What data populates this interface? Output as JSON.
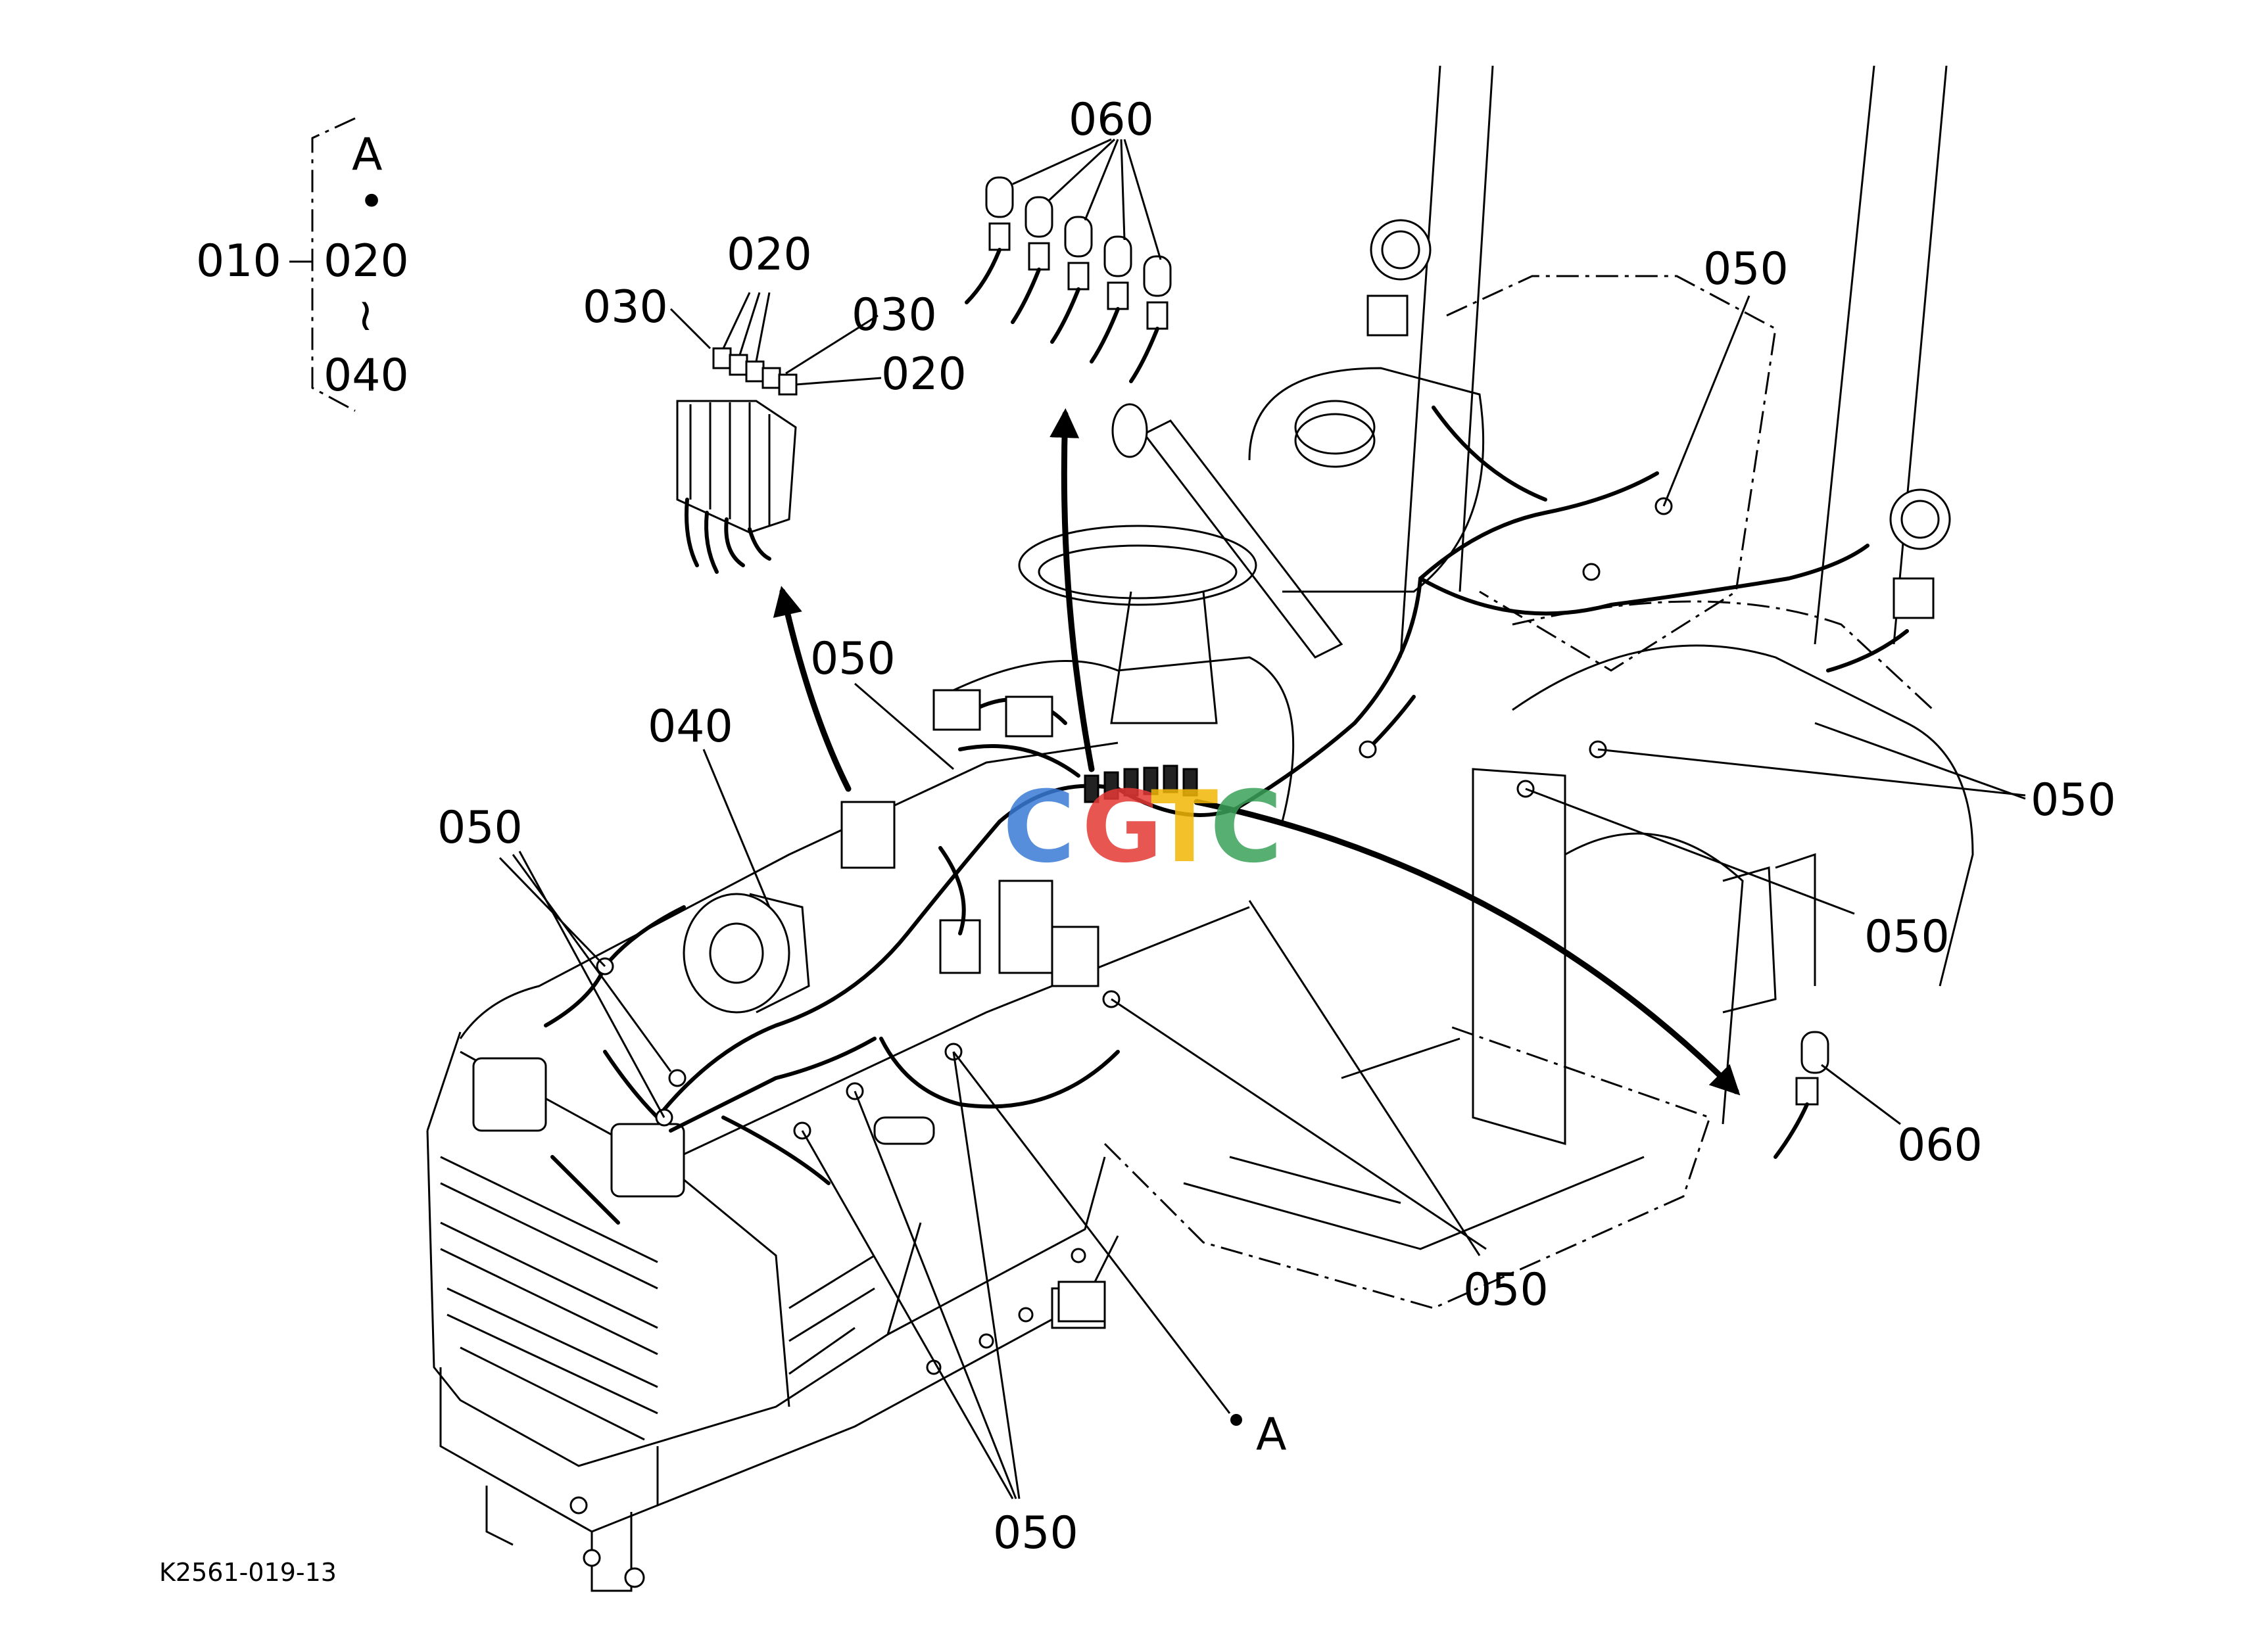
{
  "diagram": {
    "legend": {
      "top": "A",
      "dot": "•",
      "parent": "010",
      "range_start": "020",
      "range_sep": "≀",
      "range_end": "040"
    },
    "callouts": {
      "fuse_020_top": "020",
      "fuse_030_left": "030",
      "fuse_030_right": "030",
      "fuse_020_right": "020",
      "bulbs_060_top": "060",
      "wire_050_top_right": "050",
      "wire_050_center": "050",
      "relay_040": "040",
      "wire_050_left": "050",
      "wire_050_right_a": "050",
      "wire_050_right_b": "050",
      "bulb_060_right": "060",
      "wire_050_bottom_mid": "050",
      "wire_050_bottom": "050",
      "point_a": "A"
    },
    "reference": "K2561-019-13",
    "watermark_letters": [
      "C",
      "G",
      "T",
      "C"
    ],
    "colors": {
      "watermark_blue": "#3a7bd5",
      "watermark_red": "#e53935",
      "watermark_yellow": "#f2b807",
      "watermark_green": "#3aa35a"
    }
  }
}
